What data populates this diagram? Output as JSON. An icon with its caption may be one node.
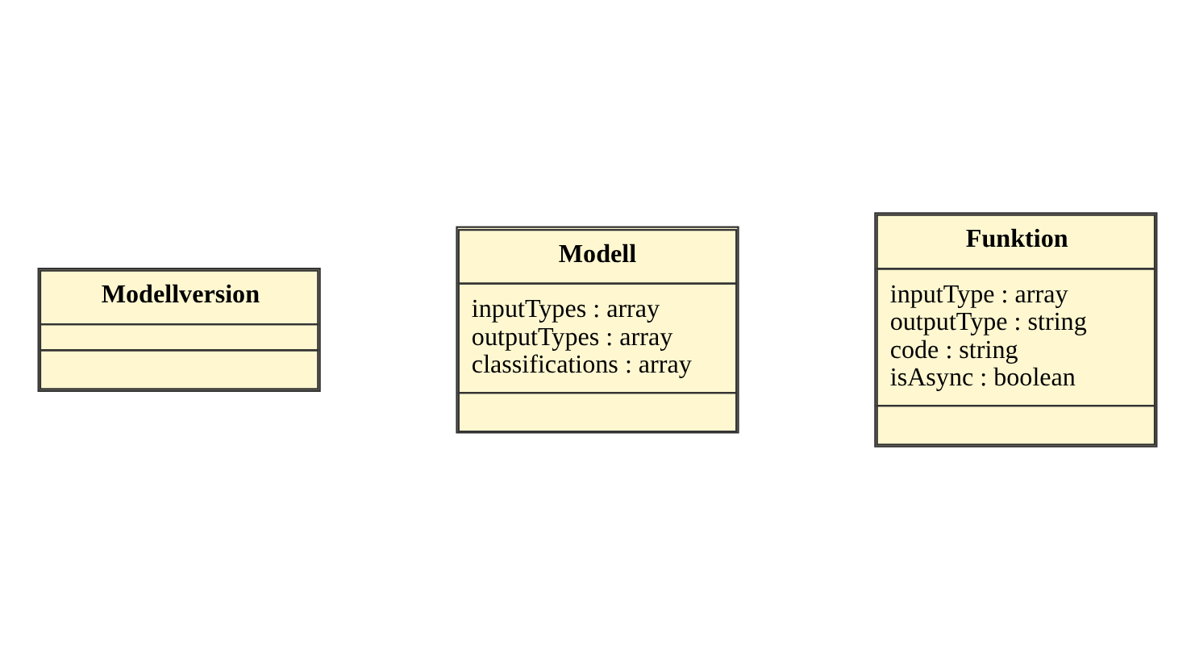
{
  "diagram": {
    "nodes": [
      {
        "text": [
          "Modellversion"
        ]
      },
      {
        "text": [
          "Modell",
          "inputTypes : array",
          "outputTypes : array",
          "classifications : array"
        ]
      },
      {
        "text": [
          "Funktion",
          "inputType : array",
          "outputType : string",
          "code : string",
          "isAsync : boolean"
        ]
      }
    ],
    "edges": []
  }
}
